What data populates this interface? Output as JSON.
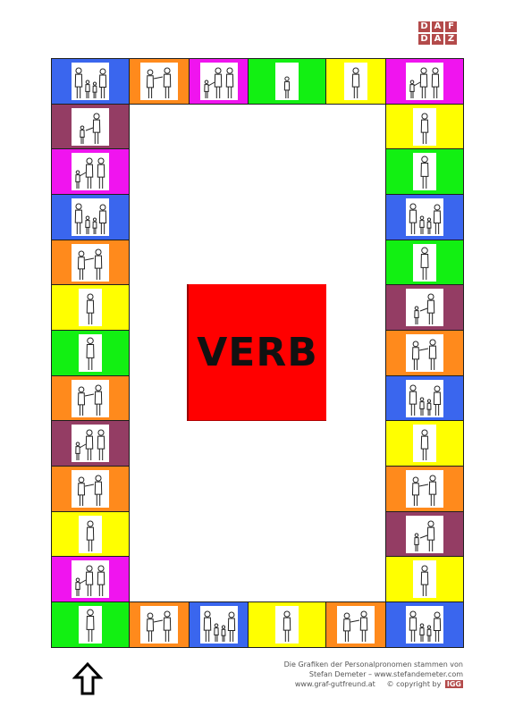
{
  "logo": {
    "row1": [
      "D",
      "A",
      "F"
    ],
    "row2": [
      "D",
      "A",
      "Z"
    ]
  },
  "center": {
    "label": "VERB"
  },
  "colors": {
    "blue": "#3a66ee",
    "orange": "#ff8a1c",
    "purple": "#f014ef",
    "green": "#12f012",
    "yellow": "#ffff00",
    "maroon": "#943d64",
    "center": "#ff0000",
    "logo": "#b34a4a"
  },
  "squares": [
    {
      "color": "blue",
      "figure": "family-icon"
    },
    {
      "color": "orange",
      "figure": "person-pointing-icon"
    },
    {
      "color": "purple",
      "figure": "people-pointing-icon"
    },
    {
      "color": "green",
      "figure": "child-icon"
    },
    {
      "color": "yellow",
      "figure": "woman-icon"
    },
    {
      "color": "purple",
      "figure": "people-pointing-icon"
    },
    {
      "color": "yellow",
      "figure": "woman-icon"
    },
    {
      "color": "green",
      "figure": "man-icon"
    },
    {
      "color": "blue",
      "figure": "family-icon"
    },
    {
      "color": "green",
      "figure": "man-icon"
    },
    {
      "color": "maroon",
      "figure": "adult-child-icon"
    },
    {
      "color": "orange",
      "figure": "person-pointing-icon"
    },
    {
      "color": "blue",
      "figure": "family-icon"
    },
    {
      "color": "yellow",
      "figure": "woman-icon"
    },
    {
      "color": "orange",
      "figure": "person-pointing-icon"
    },
    {
      "color": "maroon",
      "figure": "adult-child-icon"
    },
    {
      "color": "yellow",
      "figure": "woman-icon"
    },
    {
      "color": "orange",
      "figure": "person-pointing-icon"
    },
    {
      "color": "blue",
      "figure": "family-icon"
    },
    {
      "color": "orange",
      "figure": "person-pointing-icon"
    },
    {
      "color": "yellow",
      "figure": "woman-icon"
    },
    {
      "color": "blue",
      "figure": "family-icon"
    },
    {
      "color": "orange",
      "figure": "person-pointing-icon"
    },
    {
      "color": "purple",
      "figure": "people-pointing-icon"
    },
    {
      "color": "green",
      "figure": "man-icon"
    },
    {
      "color": "purple",
      "figure": "people-pointing-icon"
    },
    {
      "color": "yellow",
      "figure": "woman-icon"
    },
    {
      "color": "orange",
      "figure": "person-pointing-icon"
    },
    {
      "color": "maroon",
      "figure": "people-pointing-icon"
    },
    {
      "color": "orange",
      "figure": "person-pointing-icon"
    },
    {
      "color": "green",
      "figure": "man-icon"
    },
    {
      "color": "yellow",
      "figure": "woman-icon"
    },
    {
      "color": "orange",
      "figure": "person-pointing-icon"
    },
    {
      "color": "blue",
      "figure": "family-icon"
    },
    {
      "color": "purple",
      "figure": "people-pointing-icon"
    },
    {
      "color": "maroon",
      "figure": "adult-child-icon"
    }
  ],
  "start_arrow": "up-arrow-icon",
  "credits": {
    "line1": "Die Grafiken der Personalpronomen stammen von",
    "line2": "Stefan Demeter – www.stefandemeter.com",
    "line3": "www.graf-gutfreund.at",
    "copyright": "© copyright by",
    "igg": "IGG"
  }
}
